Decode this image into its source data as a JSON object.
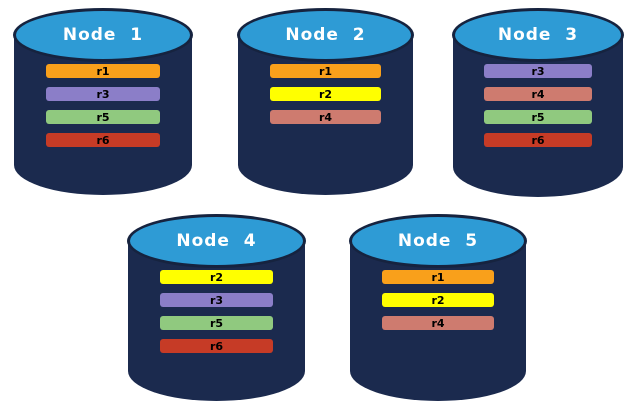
{
  "diagram": {
    "background": "#FFFFFF",
    "cylinder": {
      "body_color": "#1B2A4E",
      "lid_color": "#2E9BD5",
      "lid_border_color": "#16233F",
      "label_color": "#FFFFFF"
    },
    "nodes": [
      {
        "label": "Node  1",
        "replicas": [
          {
            "label": "r1",
            "color": "#F9A01B"
          },
          {
            "label": "r3",
            "color": "#8B7EC8"
          },
          {
            "label": "r5",
            "color": "#90C97F"
          },
          {
            "label": "r6",
            "color": "#C63B26"
          }
        ]
      },
      {
        "label": "Node  2",
        "replicas": [
          {
            "label": "r1",
            "color": "#F9A01B"
          },
          {
            "label": "r2",
            "color": "#FFFF00"
          },
          {
            "label": "r4",
            "color": "#CE7B6F"
          }
        ]
      },
      {
        "label": "Node  3",
        "replicas": [
          {
            "label": "r3",
            "color": "#8B7EC8"
          },
          {
            "label": "r4",
            "color": "#CE7B6F"
          },
          {
            "label": "r5",
            "color": "#90C97F"
          },
          {
            "label": "r6",
            "color": "#C63B26"
          }
        ]
      },
      {
        "label": "Node  4",
        "replicas": [
          {
            "label": "r2",
            "color": "#FFFF00"
          },
          {
            "label": "r3",
            "color": "#8B7EC8"
          },
          {
            "label": "r5",
            "color": "#90C97F"
          },
          {
            "label": "r6",
            "color": "#C63B26"
          }
        ]
      },
      {
        "label": "Node  5",
        "replicas": [
          {
            "label": "r1",
            "color": "#F9A01B"
          },
          {
            "label": "r2",
            "color": "#FFFF00"
          },
          {
            "label": "r4",
            "color": "#CE7B6F"
          }
        ]
      }
    ]
  }
}
